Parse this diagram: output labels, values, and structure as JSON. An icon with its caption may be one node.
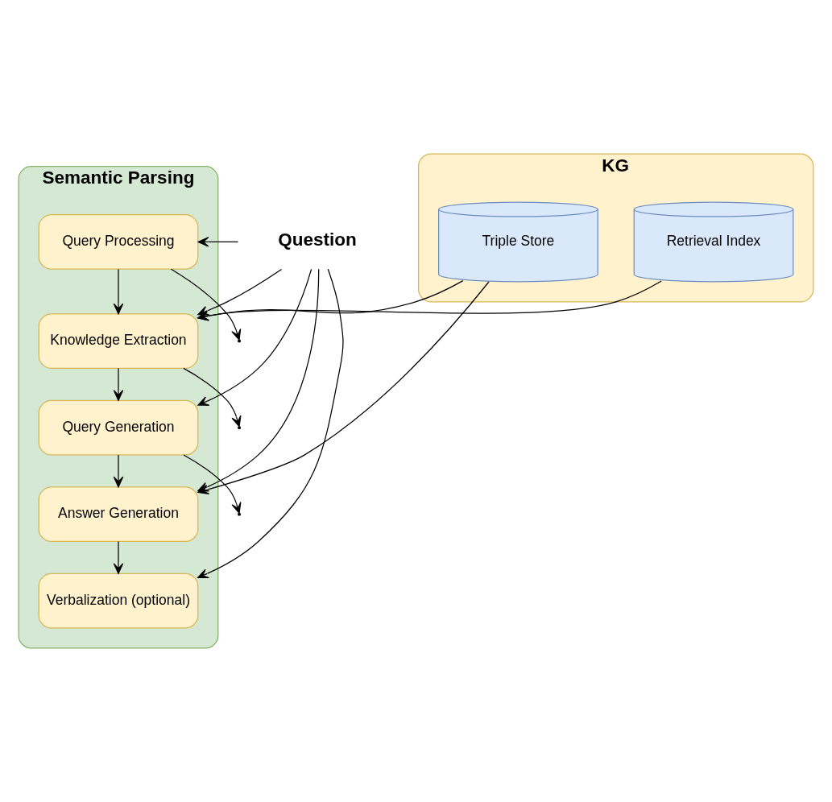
{
  "diagram": {
    "nodes": [
      {
        "text": [
          "Semantic Parsing"
        ]
      },
      {
        "text": [
          "Query Processing"
        ],
        "in": 0
      },
      {
        "text": [
          "Knowledge Extraction"
        ],
        "in": 0
      },
      {
        "text": [
          "Query Generation"
        ],
        "in": 0
      },
      {
        "text": [
          "Answer Generation"
        ],
        "in": 0
      },
      {
        "text": [
          "Verbalization (optional)"
        ],
        "in": 0
      },
      {
        "text": [
          "KG"
        ]
      },
      {
        "text": [
          "Retrieval Index"
        ],
        "in": 6
      },
      {
        "text": [
          "Triple Store"
        ],
        "in": 6
      },
      {
        "text": [
          "Question"
        ]
      }
    ],
    "edges": [
      {
        "from": 9,
        "to": 1,
        "arrow": "to"
      },
      {
        "from": 1,
        "to": 2,
        "arrow": "to"
      },
      {
        "from": 2,
        "to": 3,
        "arrow": "to"
      },
      {
        "from": 3,
        "to": 4,
        "arrow": "to"
      },
      {
        "from": 4,
        "to": 5,
        "arrow": "to"
      },
      {
        "from": 9,
        "to": 2,
        "arrow": "to"
      },
      {
        "from": 1,
        "to": null,
        "arrow": "to"
      },
      {
        "from": 9,
        "to": 3,
        "arrow": "to"
      },
      {
        "from": 2,
        "to": null,
        "arrow": "to"
      },
      {
        "from": 9,
        "to": 4,
        "arrow": "to"
      },
      {
        "from": 3,
        "to": null,
        "arrow": "to"
      },
      {
        "from": 9,
        "to": 5,
        "arrow": "to"
      },
      {
        "from": 7,
        "to": 2,
        "arrow": "to"
      },
      {
        "from": 8,
        "to": 2,
        "arrow": "to"
      },
      {
        "from": 8,
        "to": 4,
        "arrow": "to"
      }
    ]
  }
}
